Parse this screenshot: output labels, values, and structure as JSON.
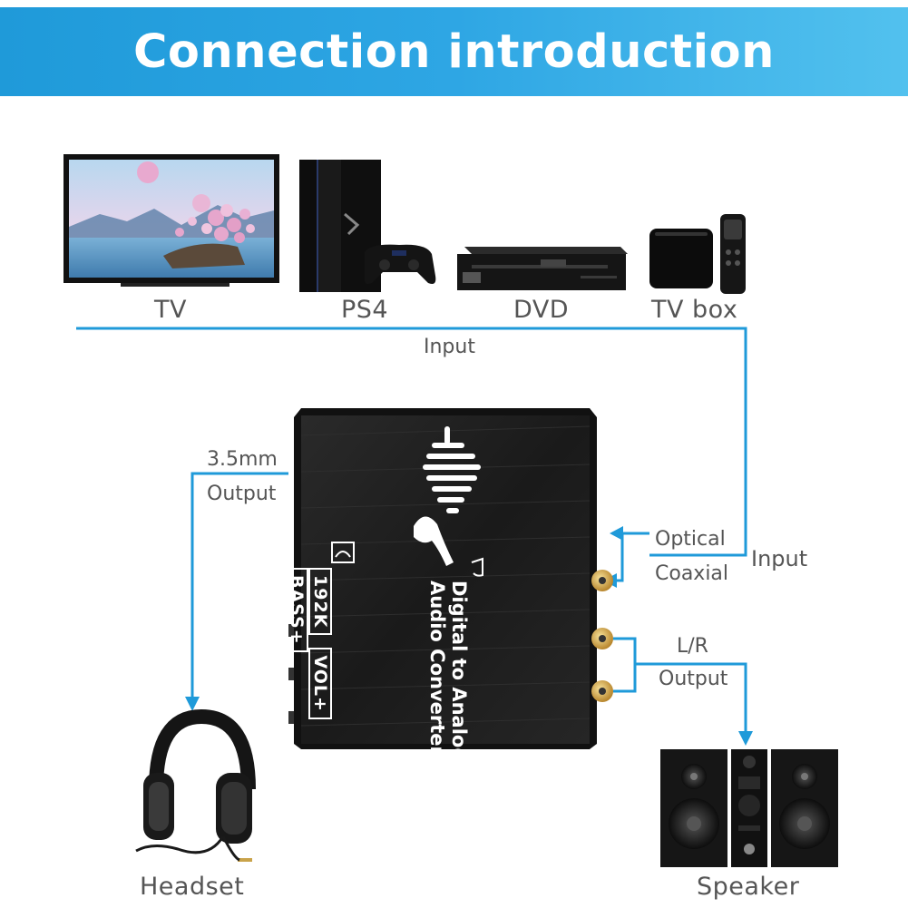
{
  "header": {
    "title": "Connection introduction"
  },
  "sources": [
    {
      "label": "TV"
    },
    {
      "label": "PS4"
    },
    {
      "label": "DVD"
    },
    {
      "label": "TV box"
    }
  ],
  "connections": {
    "source_input": "Input",
    "output_35": {
      "line1": "3.5mm",
      "line2": "Output"
    },
    "digital_in": {
      "optical": "Optical",
      "coaxial": "Coaxial",
      "input": "Input"
    },
    "analog_out": {
      "line1": "L/R",
      "line2": "Output"
    }
  },
  "device": {
    "name_line1": "Digital to Analog",
    "name_line2": "Audio Converter",
    "badges": [
      "192K",
      "VOL+",
      "BASS+"
    ]
  },
  "outputs": [
    {
      "label": "Headset"
    },
    {
      "label": "Speaker"
    }
  ],
  "colors": {
    "banner": "#2ea6e4",
    "line": "#1f9ad9",
    "device": "#1c1c1c",
    "label": "#555555"
  }
}
